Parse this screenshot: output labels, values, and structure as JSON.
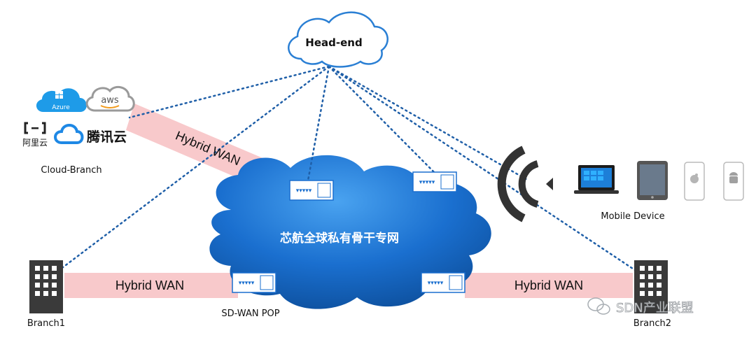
{
  "head_end": {
    "label": "Head-end"
  },
  "backbone": {
    "label": "芯航全球私有骨干专网"
  },
  "cloud_branch": {
    "label": "Cloud-Branch",
    "providers": [
      {
        "name": "Azure",
        "color": "#1e9be8"
      },
      {
        "name": "aws",
        "color": "#555555"
      },
      {
        "name": "阿里云",
        "color": "#222222"
      },
      {
        "name": "腾讯云",
        "color": "#111111"
      }
    ]
  },
  "links": {
    "hybrid_wan": "Hybrid WAN"
  },
  "pop": {
    "label": "SD-WAN POP"
  },
  "branch1": {
    "label": "Branch1"
  },
  "branch2": {
    "label": "Branch2"
  },
  "mobile": {
    "label": "Mobile Device",
    "devices": [
      "laptop-icon",
      "tablet-icon",
      "apple-phone-icon",
      "android-phone-icon"
    ]
  },
  "watermark": {
    "text": "SDN产业联盟"
  },
  "colors": {
    "cloud_blue": "#1a6fcf",
    "link_pink": "#f8c9cb",
    "dotted_line": "#1f5fa8",
    "head_end_stroke": "#2a7fd4"
  }
}
